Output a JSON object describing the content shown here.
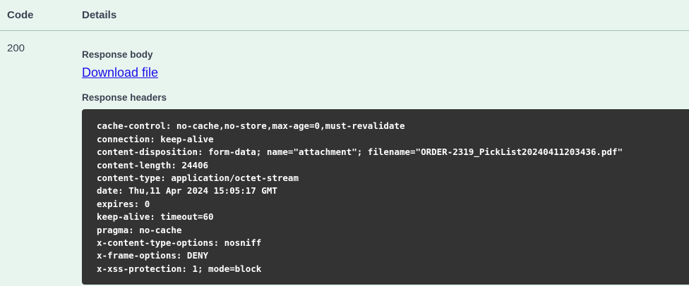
{
  "table": {
    "columns": {
      "code": "Code",
      "details": "Details"
    },
    "rows": [
      {
        "code": "200",
        "response_body_label": "Response body",
        "download_link": "Download file",
        "response_headers_label": "Response headers",
        "headers": [
          "cache-control: no-cache,no-store,max-age=0,must-revalidate",
          "connection: keep-alive",
          "content-disposition: form-data; name=\"attachment\"; filename=\"ORDER-2319_PickList20240411203436.pdf\"",
          "content-length: 24406",
          "content-type: application/octet-stream",
          "date: Thu,11 Apr 2024 15:05:17 GMT",
          "expires: 0",
          "keep-alive: timeout=60",
          "pragma: no-cache",
          "x-content-type-options: nosniff",
          "x-frame-options: DENY",
          "x-xss-protection: 1; mode=block"
        ]
      }
    ]
  },
  "colors": {
    "page_background": "#e8f5ef",
    "text": "#3b4151",
    "link": "#1a0dea",
    "code_background": "#333333",
    "code_text": "#ffffff",
    "divider": "#a6bfb4"
  }
}
